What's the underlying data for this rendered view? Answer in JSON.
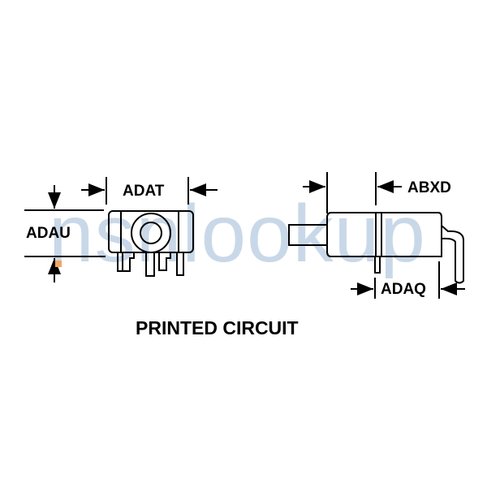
{
  "watermark": "nsnlookup",
  "caption": "PRINTED CIRCUIT",
  "dimensions": {
    "left_width": "ADAT",
    "left_height": "ADAU",
    "right_top": "ABXD",
    "right_bottom": "ADAQ"
  },
  "colors": {
    "line": "#000000",
    "watermark": "#c9d8e8",
    "accent_dot": "#f4a460"
  }
}
